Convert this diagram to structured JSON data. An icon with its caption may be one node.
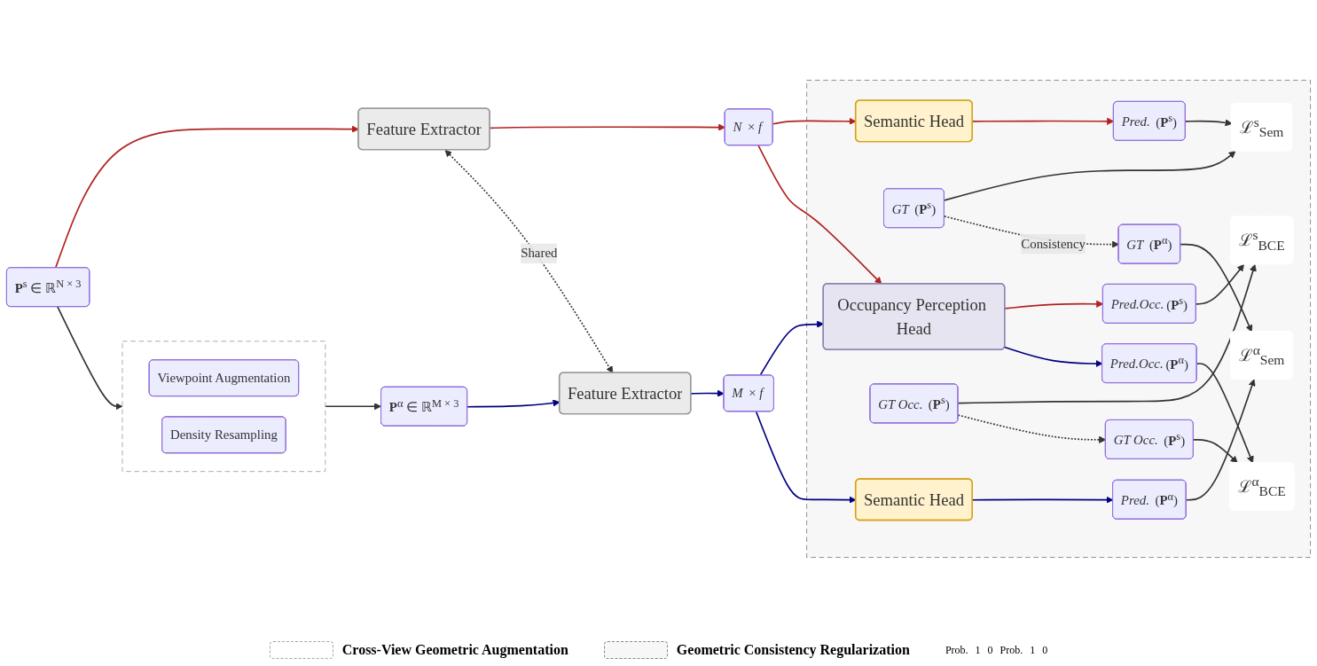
{
  "diagram": {
    "nodes": [
      {
        "text": [
          "**P**$^{s}$ ∈ ℝ$^{N × 3}$"
        ]
      },
      {
        "text": [
          "Feature Extractor"
        ]
      },
      {
        "text": [
          "*N* × *f*"
        ]
      },
      {
        "text": [],
        "shape": "box"
      },
      {
        "text": [
          "Semantic Head"
        ],
        "in": 3
      },
      {
        "text": [
          "*Pred.* (**P**$^{s}$)"
        ],
        "in": 3
      },
      {
        "text": [
          "ℒ$^{s}$$_{Sem}$"
        ],
        "in": 3
      },
      {
        "text": [
          "*GT* (**P**$^{s}$)"
        ],
        "in": 3
      },
      {
        "text": [],
        "shape": "box"
      },
      {
        "text": [
          "Viewpoint Augmentation"
        ],
        "in": 8
      },
      {
        "text": [
          "Density Resampling"
        ],
        "in": 8
      },
      {
        "text": [
          "Occupancy Perception Head"
        ],
        "in": 3
      },
      {
        "text": [
          "*Pred.Occ.*(**P**$^{s}$)"
        ],
        "in": 3
      },
      {
        "text": [
          "ℒ$^{s}$$_{BCE}$"
        ],
        "in": 3
      },
      {
        "text": [
          "*GT Occ.* (**P**$^{s}$)"
        ],
        "in": 3
      },
      {
        "text": [
          "*Pred.Occ.*(**P**$^{α}$)"
        ],
        "in": 3
      },
      {
        "text": [
          "ℒ$^{α}$$_{BCE}$"
        ],
        "in": 3
      },
      {
        "text": [
          "*GT Occ.* (**P**$^{s}$)"
        ],
        "in": 3
      },
      {
        "text": [
          "**P**$^{α}$ ∈ ℝ$^{M × 3}$"
        ]
      },
      {
        "text": [
          "Feature Extractor"
        ]
      },
      {
        "text": [
          "*M* × *f*"
        ]
      },
      {
        "text": [
          "Semantic Head"
        ],
        "in": 3
      },
      {
        "text": [
          "*Pred.* (**P**$^{α}$)"
        ],
        "in": 3
      },
      {
        "text": [
          "ℒ$^{α}$$_{Sem}$"
        ],
        "in": 3
      },
      {
        "text": [
          "*GT* (**P**$^{α}$)"
        ],
        "in": 3
      }
    ],
    "edges": [
      {
        "from": 0,
        "to": 1,
        "arrow": "to",
        "color": "#b22222"
      },
      {
        "from": 1,
        "to": 2,
        "arrow": "to",
        "color": "#b22222"
      },
      {
        "from": 2,
        "to": 4,
        "arrow": "to",
        "color": "#b22222"
      },
      {
        "from": 4,
        "to": 5,
        "arrow": "to",
        "color": "#b22222"
      },
      {
        "from": 5,
        "to": 6,
        "arrow": "to"
      },
      {
        "from": 7,
        "to": 6,
        "arrow": "to"
      },
      {
        "from": 0,
        "to": 8,
        "arrow": "to"
      },
      {
        "from": 1,
        "to": 19,
        "arrow": "both",
        "label": "Shared",
        "style": "dashed"
      },
      {
        "from": 2,
        "to": 11,
        "arrow": "to",
        "color": "#b22222"
      },
      {
        "from": 11,
        "to": 12,
        "arrow": "to",
        "color": "#b22222"
      },
      {
        "from": 12,
        "to": 13,
        "arrow": "to"
      },
      {
        "from": 14,
        "to": 13,
        "arrow": "to"
      },
      {
        "from": 7,
        "to": 24,
        "arrow": "to",
        "label": "Consistency",
        "style": "dashed"
      },
      {
        "from": 14,
        "to": 17,
        "arrow": "to",
        "style": "dashed"
      },
      {
        "from": 11,
        "to": 15,
        "arrow": "to",
        "color": "#000080"
      },
      {
        "from": 15,
        "to": 16,
        "arrow": "to"
      },
      {
        "from": 17,
        "to": 16,
        "arrow": "to"
      },
      {
        "from": 8,
        "to": 18,
        "arrow": "to"
      },
      {
        "from": 18,
        "to": 19,
        "arrow": "to",
        "color": "#000080"
      },
      {
        "from": 19,
        "to": 20,
        "arrow": "to",
        "color": "#000080"
      },
      {
        "from": 20,
        "to": 11,
        "arrow": "to",
        "color": "#000080"
      },
      {
        "from": 20,
        "to": 21,
        "arrow": "to",
        "color": "#000080"
      },
      {
        "from": 21,
        "to": 22,
        "arrow": "to",
        "color": "#000080"
      },
      {
        "from": 22,
        "to": 23,
        "arrow": "to"
      },
      {
        "from": 24,
        "to": 23,
        "arrow": "to"
      }
    ],
    "labels": [
      "Prob.",
      "1",
      "0",
      "Prob.",
      "1",
      "0"
    ],
    "legend": [
      {
        "text": "Cross-View Geometric Augmentation"
      },
      {
        "text": "Geometric Consistency Regularization",
        "color": "#f7f7f7"
      }
    ]
  }
}
